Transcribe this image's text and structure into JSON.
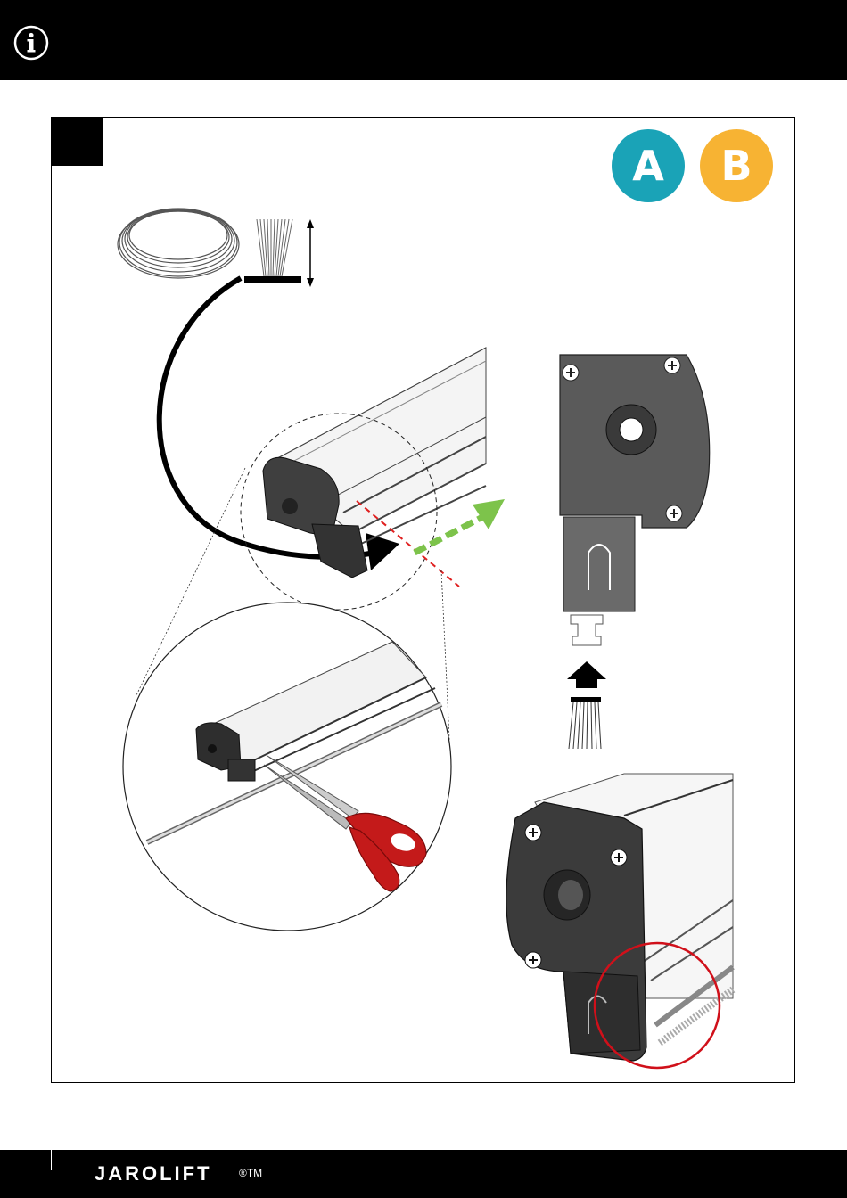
{
  "header": {
    "icon": "info-icon"
  },
  "step": {
    "number": ""
  },
  "badges": [
    {
      "label": "A",
      "color": "#1aa3b7"
    },
    {
      "label": "B",
      "color": "#f7b333"
    }
  ],
  "colors": {
    "arrow_green": "#7dc34b",
    "cut_line_red": "#e02020",
    "highlight_red": "#d0101a",
    "scissors_red": "#c41a1a"
  },
  "footer": {
    "brand": "JAROLIFT",
    "mark": "®TM"
  }
}
